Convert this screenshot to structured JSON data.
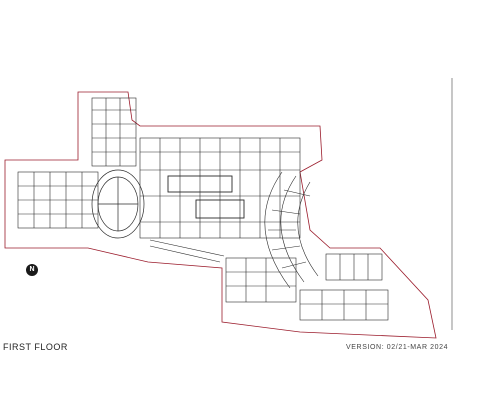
{
  "floor_title": "FIRST FLOOR",
  "version": "VERSION: 02/21-MAR 2024",
  "north_symbol": "N",
  "colors": {
    "boundary": "#9b1c2c",
    "walls": "#2a2a2a",
    "background": "#ffffff"
  }
}
